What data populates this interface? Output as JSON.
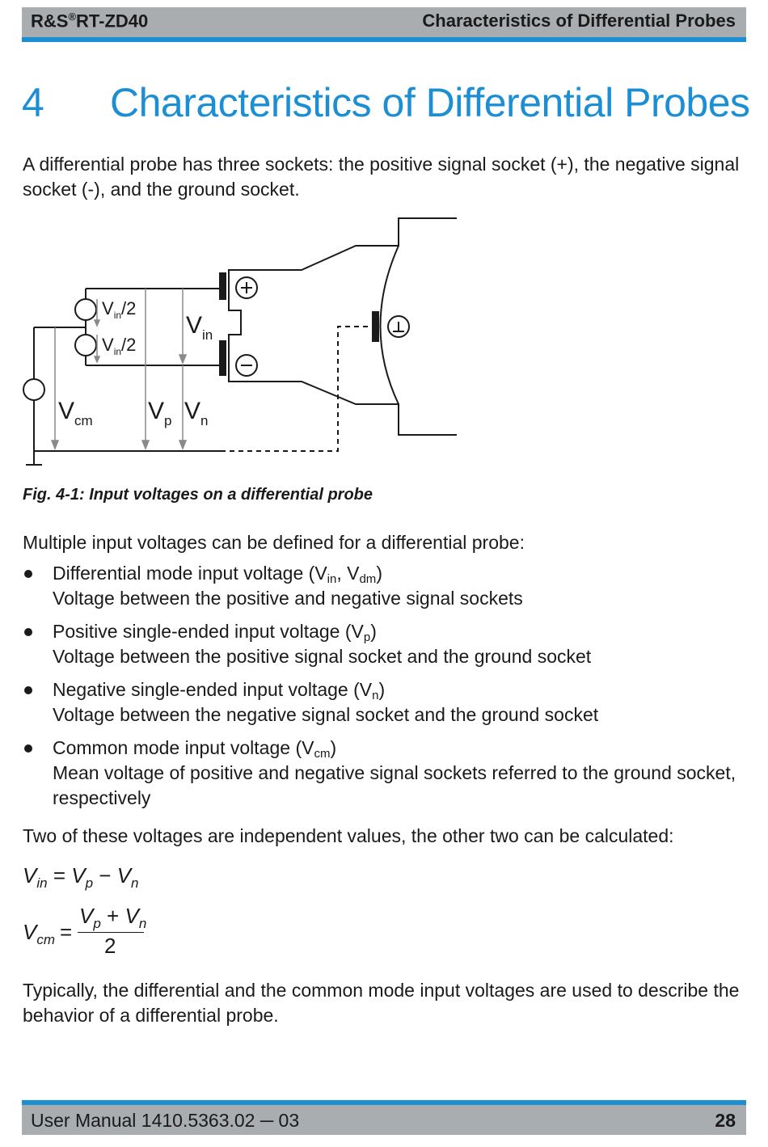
{
  "header": {
    "brand_prefix": "R&S",
    "brand_reg": "®",
    "brand_model": "RT-ZD40",
    "section": "Characteristics of Differential Probes"
  },
  "chapter": {
    "number": "4",
    "title": "Characteristics of Differential Probes"
  },
  "intro": "A differential probe has three sockets: the positive signal socket (+), the negative signal socket (-), and the ground socket.",
  "figure": {
    "labels": {
      "v": "V",
      "in_sub": "in",
      "half": "/2",
      "cm_sub": "cm",
      "p_sub": "p",
      "n_sub": "n",
      "plus": "+",
      "minus": "−"
    },
    "caption": "Fig. 4-1: Input voltages on a differential probe"
  },
  "lead": "Multiple input voltages can be defined for a differential probe:",
  "bullets": [
    {
      "title_pre": "Differential mode input voltage (V",
      "sub1": "in",
      "mid": ", V",
      "sub2": "dm",
      "title_post": ")",
      "desc": "Voltage between the positive and negative signal sockets"
    },
    {
      "title_pre": "Positive single-ended input voltage (V",
      "sub1": "p",
      "title_post": ")",
      "desc": "Voltage between the positive signal socket and the ground socket"
    },
    {
      "title_pre": "Negative single-ended input voltage (V",
      "sub1": "n",
      "title_post": ")",
      "desc": "Voltage between the negative signal socket and the ground socket"
    },
    {
      "title_pre": "Common mode input voltage (V",
      "sub1": "cm",
      "title_post": ")",
      "desc": "Mean voltage of positive and negative signal sockets referred to the ground socket, respectively"
    }
  ],
  "independent": "Two of these voltages are independent values, the other two can be calculated:",
  "formulas": {
    "v": "V",
    "in": "in",
    "p": "p",
    "n": "n",
    "cm": "cm",
    "eq": "=",
    "minus": "−",
    "plus": "+",
    "two": "2"
  },
  "closing": "Typically, the differential and the common mode input voltages are used to describe the behavior of a differential probe.",
  "footer": {
    "doc": "User Manual 1410.5363.02 ─ 03",
    "page": "28"
  }
}
